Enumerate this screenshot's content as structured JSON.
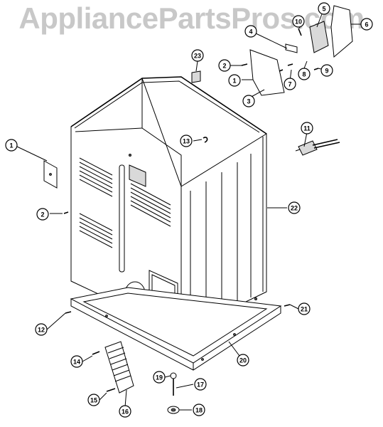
{
  "watermark": "AppliancePartsPros.com",
  "callouts": [
    {
      "id": "c1a",
      "label": "1"
    },
    {
      "id": "c1b",
      "label": "1"
    },
    {
      "id": "c2a",
      "label": "2"
    },
    {
      "id": "c2b",
      "label": "2"
    },
    {
      "id": "c3",
      "label": "3"
    },
    {
      "id": "c4",
      "label": "4"
    },
    {
      "id": "c5",
      "label": "5"
    },
    {
      "id": "c6",
      "label": "6"
    },
    {
      "id": "c7",
      "label": "7"
    },
    {
      "id": "c8",
      "label": "8"
    },
    {
      "id": "c9",
      "label": "9"
    },
    {
      "id": "c10",
      "label": "10"
    },
    {
      "id": "c11",
      "label": "11"
    },
    {
      "id": "c12",
      "label": "12"
    },
    {
      "id": "c13",
      "label": "13"
    },
    {
      "id": "c14",
      "label": "14"
    },
    {
      "id": "c15",
      "label": "15"
    },
    {
      "id": "c16",
      "label": "16"
    },
    {
      "id": "c17",
      "label": "17"
    },
    {
      "id": "c18",
      "label": "18"
    },
    {
      "id": "c19",
      "label": "19"
    },
    {
      "id": "c20",
      "label": "20"
    },
    {
      "id": "c21",
      "label": "21"
    },
    {
      "id": "c22",
      "label": "22"
    },
    {
      "id": "c23",
      "label": "23"
    }
  ]
}
